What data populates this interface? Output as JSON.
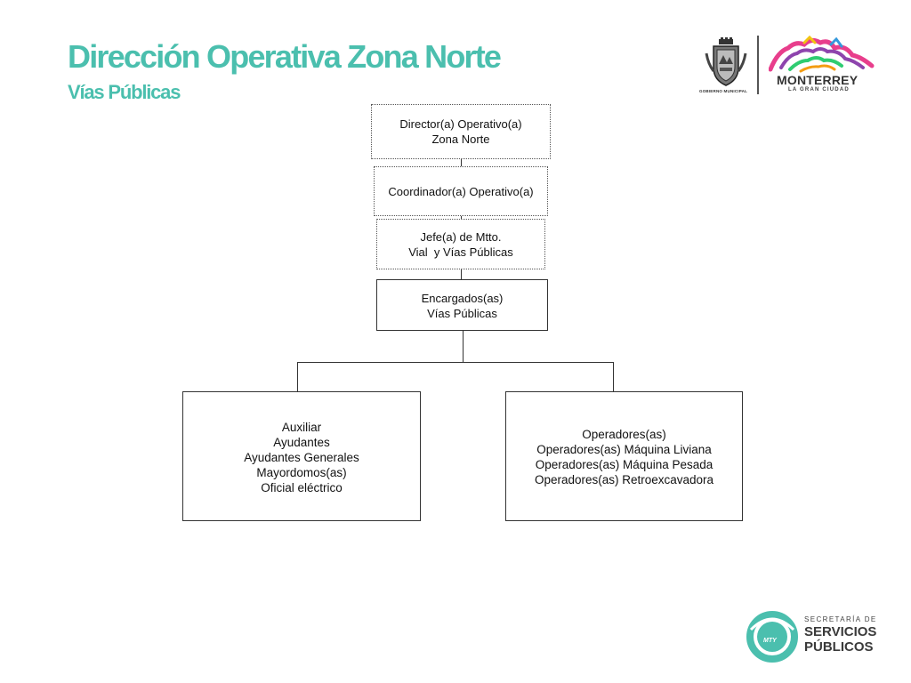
{
  "header": {
    "title": "Dirección Operativa Zona Norte",
    "subtitle": "Vías Públicas"
  },
  "logos": {
    "municipal_caption": "GOBIERNO MUNICIPAL",
    "city_name": "MONTERREY",
    "city_tagline": "LA GRAN CIUDAD",
    "secretaria_line1": "SECRETARÍA DE",
    "secretaria_line2": "SERVICIOS",
    "secretaria_line3": "PÚBLICOS",
    "mty_badge": "MTY"
  },
  "org": {
    "director": [
      "Director(a) Operativo(a)",
      "Zona Norte"
    ],
    "coordinador": [
      "Coordinador(a) Operativo(a)"
    ],
    "jefe": [
      "Jefe(a) de Mtto.",
      "Vial  y Vías Públicas"
    ],
    "encargados": [
      "Encargados(as)",
      "Vías Públicas"
    ],
    "auxiliar": [
      "Auxiliar",
      "Ayudantes",
      "Ayudantes Generales",
      "Mayordomos(as)",
      "Oficial eléctrico"
    ],
    "operadores": [
      "Operadores(as)",
      "Operadores(as) Máquina Liviana",
      "Operadores(as) Máquina Pesada",
      "Operadores(as) Retroexcavadora"
    ]
  },
  "colors": {
    "accent_teal": "#4bbfae",
    "text": "#111111",
    "border": "#333333"
  }
}
